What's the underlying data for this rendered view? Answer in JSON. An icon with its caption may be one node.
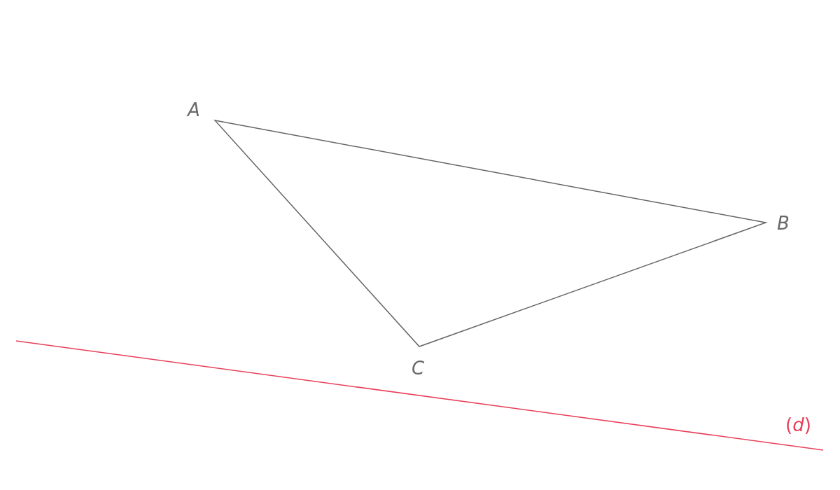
{
  "diagram": {
    "labels": [
      "A",
      "B",
      "C",
      "(*d*)"
    ]
  }
}
